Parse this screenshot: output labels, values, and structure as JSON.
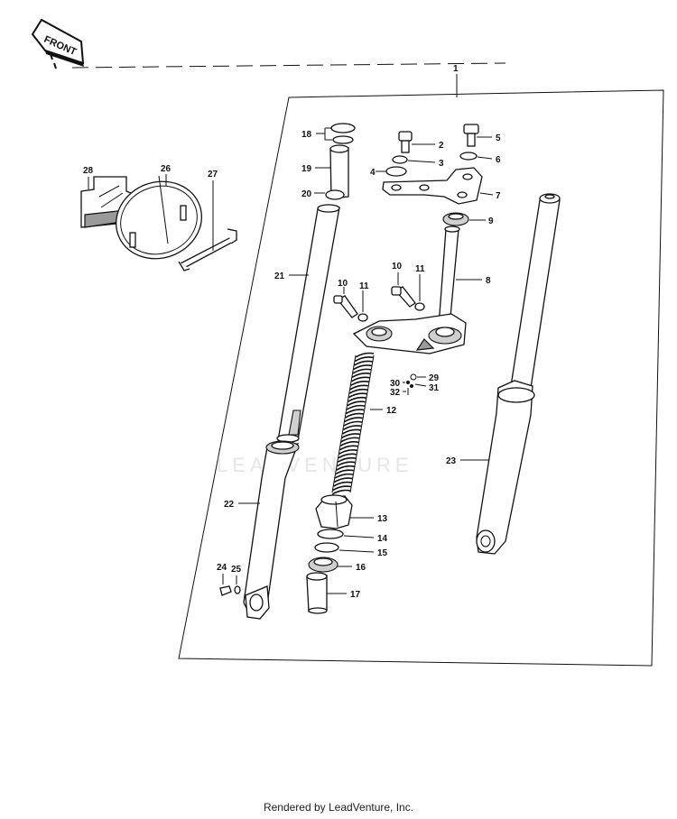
{
  "orientation_badge": "FRONT",
  "watermark": "LEADVENTURE",
  "footer": "Rendered by LeadVenture, Inc.",
  "callouts": [
    "1",
    "2",
    "3",
    "4",
    "5",
    "6",
    "7",
    "8",
    "9",
    "10",
    "11",
    "12",
    "13",
    "14",
    "15",
    "16",
    "17",
    "18",
    "19",
    "20",
    "21",
    "22",
    "23",
    "24",
    "25",
    "26",
    "27",
    "28",
    "29",
    "30",
    "31",
    "32",
    "10",
    "11"
  ]
}
